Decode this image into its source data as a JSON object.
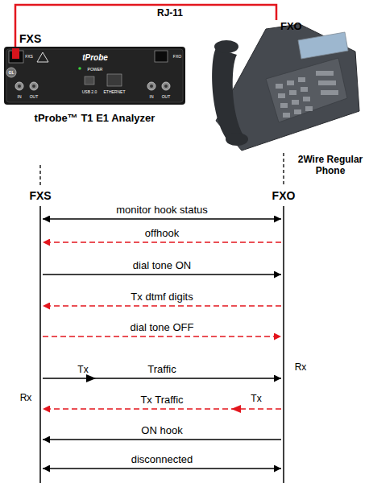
{
  "diagram": {
    "nodes": [
      {
        "text": [
          "FXS",
          "tProbe™ T1 E1 Analyzer"
        ]
      },
      {
        "text": [
          "FXO",
          "2Wire Regular Phone"
        ]
      },
      {
        "text": [
          "FXS"
        ]
      },
      {
        "text": [
          "FXO"
        ]
      }
    ],
    "edges": [
      {
        "from": 0,
        "to": 1,
        "label": "RJ-11",
        "arrow": "none"
      },
      {
        "from": 2,
        "to": 3,
        "label": "monitor hook status",
        "arrow": "both"
      },
      {
        "from": 3,
        "to": 2,
        "label": "offhook",
        "arrow": "to"
      },
      {
        "from": 2,
        "to": 3,
        "label": "dial tone ON",
        "arrow": "to"
      },
      {
        "from": 3,
        "to": 2,
        "label": "Tx dtmf digits",
        "arrow": "to"
      },
      {
        "from": 2,
        "to": 3,
        "label": "dial tone OFF",
        "arrow": "to"
      },
      {
        "from": 2,
        "to": 3,
        "label": "Traffic",
        "arrow": "to"
      },
      {
        "from": 3,
        "to": 2,
        "label": "Tx Traffic",
        "arrow": "to"
      },
      {
        "from": 3,
        "to": 2,
        "label": "ON hook",
        "arrow": "to"
      },
      {
        "from": 2,
        "to": 3,
        "label": "disconnected",
        "arrow": "both"
      }
    ],
    "labels": [
      "GL",
      "FXS",
      "tProbe",
      "POWER",
      "USB 2.0",
      "ETHERNET",
      "FXO",
      "IN",
      "OUT",
      "IN",
      "OUT",
      "Tx",
      "Rx",
      "Tx",
      "Rx"
    ]
  }
}
